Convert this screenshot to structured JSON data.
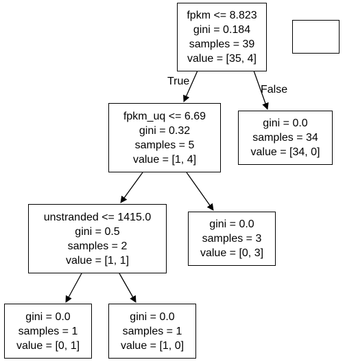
{
  "tree": {
    "root": {
      "lines": [
        "fpkm <= 8.823",
        "gini = 0.184",
        "samples = 39",
        "value = [35, 4]"
      ]
    },
    "n_left": {
      "lines": [
        "fpkm_uq <= 6.69",
        "gini = 0.32",
        "samples = 5",
        "value = [1, 4]"
      ]
    },
    "n_right": {
      "lines": [
        "gini = 0.0",
        "samples = 34",
        "value = [34, 0]"
      ]
    },
    "n_left_left": {
      "lines": [
        "unstranded <= 1415.0",
        "gini = 0.5",
        "samples = 2",
        "value = [1, 1]"
      ]
    },
    "n_left_right": {
      "lines": [
        "gini = 0.0",
        "samples = 3",
        "value = [0, 3]"
      ]
    },
    "n_ll_left": {
      "lines": [
        "gini = 0.0",
        "samples = 1",
        "value = [0, 1]"
      ]
    },
    "n_ll_right": {
      "lines": [
        "gini = 0.0",
        "samples = 1",
        "value = [1, 0]"
      ]
    }
  },
  "edge_labels": {
    "true_label": "True",
    "false_label": "False"
  }
}
